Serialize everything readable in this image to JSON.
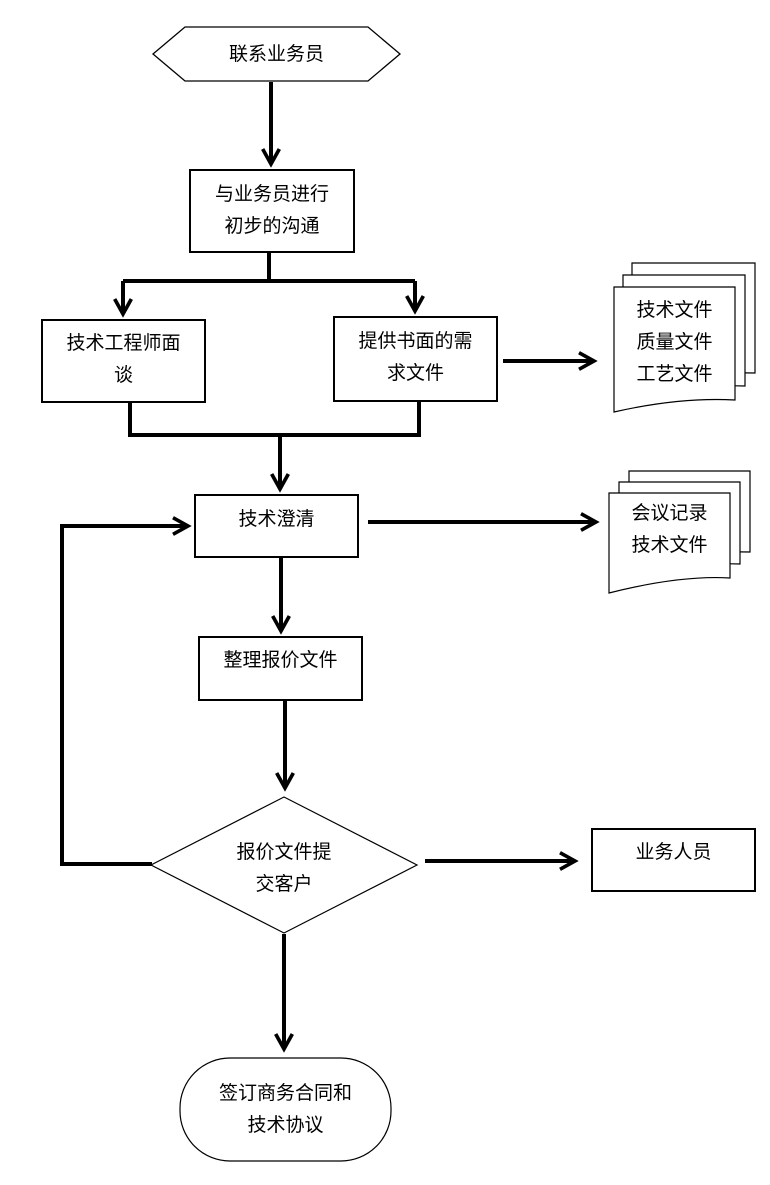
{
  "nodes": {
    "start": [
      "联系业务员"
    ],
    "communicate": [
      "与业务员进行",
      "初步的沟通"
    ],
    "engineer_talk": [
      "技术工程师面",
      "谈"
    ],
    "written_req": [
      "提供书面的需",
      "求文件"
    ],
    "docs1": [
      "技术文件",
      "质量文件",
      "工艺文件"
    ],
    "clarify": [
      "技术澄清"
    ],
    "docs2": [
      "会议记录",
      "技术文件"
    ],
    "quote_prep": [
      "整理报价文件"
    ],
    "submit": [
      "报价文件提",
      "交客户"
    ],
    "sales": [
      "业务人员"
    ],
    "end": [
      "签订商务合同和",
      "技术协议"
    ]
  }
}
